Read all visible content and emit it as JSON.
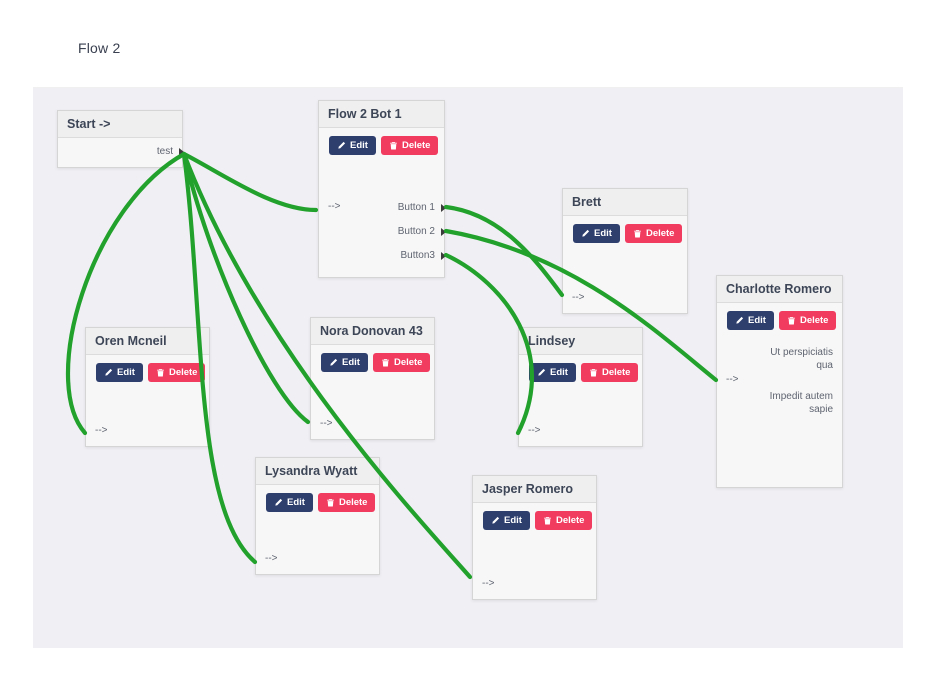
{
  "header": {
    "title": "Flow 2"
  },
  "buttons": {
    "edit": "Edit",
    "delete": "Delete"
  },
  "nodes": {
    "start": {
      "title": "Start ->",
      "output": "test"
    },
    "bot": {
      "title": "Flow 2 Bot 1",
      "input": "-->",
      "outputs": [
        "Button 1",
        "Button 2",
        "Button3"
      ]
    },
    "brett": {
      "title": "Brett",
      "input": "-->"
    },
    "charlotte": {
      "title": "Charlotte Romero",
      "input": "-->",
      "messages": [
        "Ut perspiciatis qua",
        "Impedit autem sapie"
      ]
    },
    "oren": {
      "title": "Oren Mcneil",
      "input": "-->"
    },
    "nora": {
      "title": "Nora Donovan 43",
      "input": "-->"
    },
    "lindsey": {
      "title": "Lindsey",
      "input": "-->"
    },
    "lysandra": {
      "title": "Lysandra Wyatt",
      "input": "-->"
    },
    "jasper": {
      "title": "Jasper Romero",
      "input": "-->"
    }
  },
  "colors": {
    "edge": "#22a12c",
    "edit_button": "#2e3f6e",
    "delete_button": "#f13c60",
    "canvas": "#f0f0f4"
  },
  "edges": [
    {
      "from": "start:test",
      "to": "bot"
    },
    {
      "from": "start:test",
      "to": "oren"
    },
    {
      "from": "start:test",
      "to": "nora"
    },
    {
      "from": "start:test",
      "to": "lysandra"
    },
    {
      "from": "start:test",
      "to": "jasper"
    },
    {
      "from": "bot:Button 1",
      "to": "brett"
    },
    {
      "from": "bot:Button 2",
      "to": "charlotte"
    },
    {
      "from": "bot:Button3",
      "to": "lindsey"
    }
  ]
}
